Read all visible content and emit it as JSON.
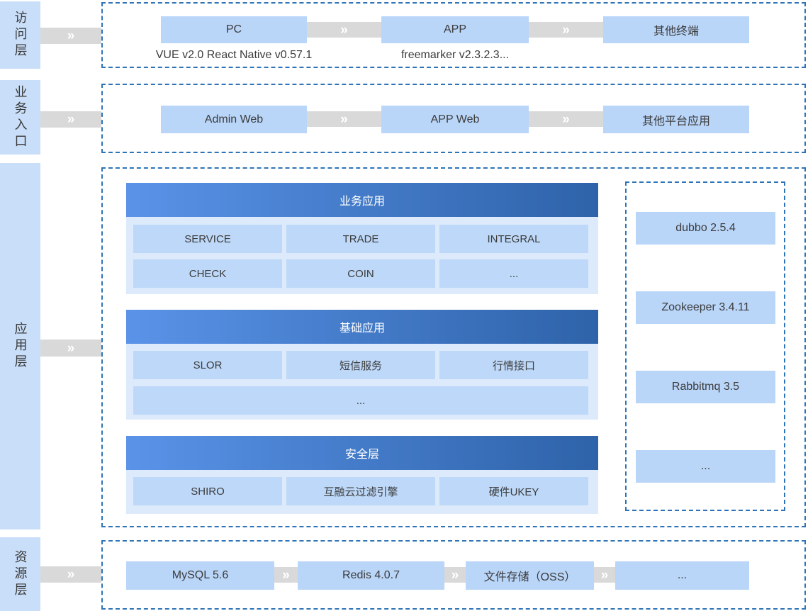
{
  "palette": {
    "dashed_border_blue": "#2e74b6",
    "node_fill": "#b9d5f8",
    "cell_fill": "#bdd8f8",
    "panel_fill": "#dceafb",
    "sidebar_fill": "#c9def9",
    "header_gradient_start": "#5a93e8",
    "header_gradient_end": "#2e63a9",
    "connector_gray": "#d9d9d9"
  },
  "chevron": "»",
  "access_layer": {
    "label": "访问层",
    "nodes": [
      {
        "label": "PC",
        "sub": "VUE v2.0 React Native v0.57.1"
      },
      {
        "label": "APP",
        "sub": "freemarker v2.3.2.3..."
      },
      {
        "label": "其他终端"
      }
    ]
  },
  "entry_layer": {
    "label": "业务入口",
    "nodes": [
      {
        "label": "Admin Web"
      },
      {
        "label": "APP Web"
      },
      {
        "label": "其他平台应用"
      }
    ]
  },
  "application_layer": {
    "label": "应用层",
    "sections": [
      {
        "title": "业务应用",
        "cells": [
          "SERVICE",
          "TRADE",
          "INTEGRAL",
          "CHECK",
          "COIN",
          "..."
        ]
      },
      {
        "title": "基础应用",
        "cells": [
          "SLOR",
          "短信服务",
          "行情接口"
        ],
        "wide_cell": "..."
      },
      {
        "title": "安全层",
        "cells": [
          "SHIRO",
          "互融云过滤引擎",
          "硬件UKEY"
        ]
      }
    ],
    "middleware": [
      {
        "label": "dubbo 2.5.4"
      },
      {
        "label": "Zookeeper 3.4.11"
      },
      {
        "label": "Rabbitmq 3.5"
      },
      {
        "label": "..."
      }
    ]
  },
  "resource_layer": {
    "label": "资源层",
    "nodes": [
      {
        "label": "MySQL 5.6"
      },
      {
        "label": "Redis 4.0.7"
      },
      {
        "label": "文件存储（OSS）"
      },
      {
        "label": "..."
      }
    ]
  }
}
